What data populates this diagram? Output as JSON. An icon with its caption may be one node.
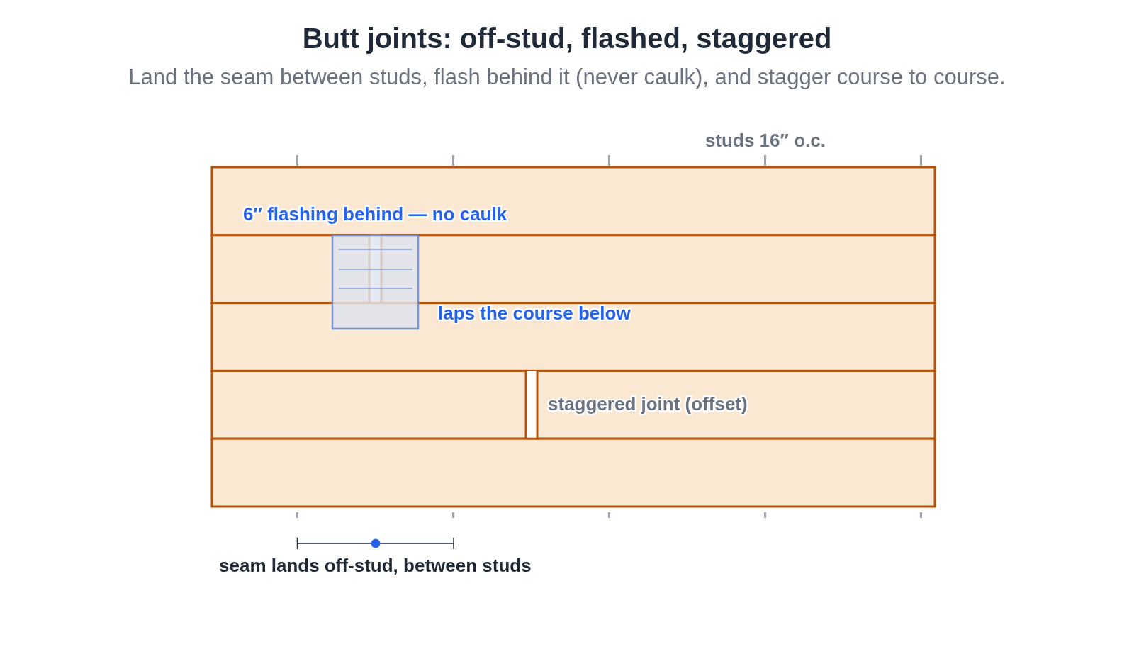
{
  "diagram": {
    "title": "Butt joints: off-stud, flashed, staggered",
    "caption": "Land the seam between studs, flash behind it (never caulk), and stagger course to course.",
    "labels": [
      "studs 16″ o.c.",
      "6″ flashing behind — no caulk",
      "laps the course below",
      "staggered joint (offset)",
      "seam lands off-stud, between studs"
    ]
  }
}
